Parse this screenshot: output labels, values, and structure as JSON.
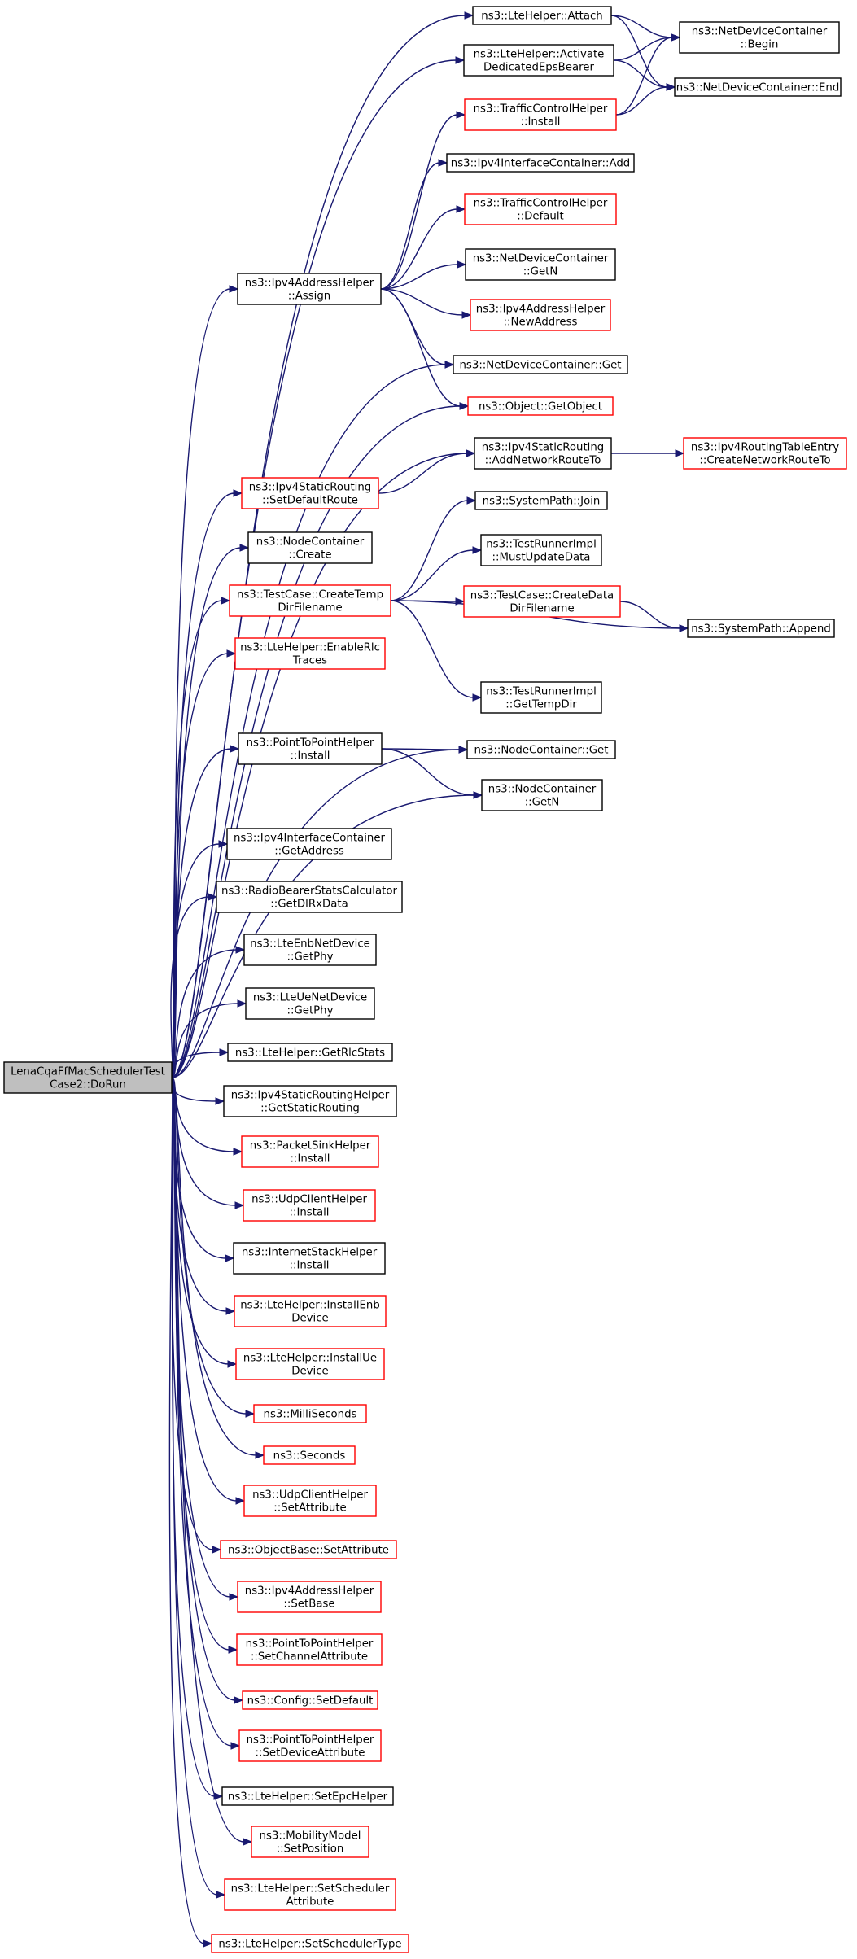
{
  "colors": {
    "edge": "#191970",
    "node_border_default": "#000000",
    "node_border_red": "#ff0000",
    "root_fill": "#bfbfbf",
    "node_fill": "#ffffff"
  },
  "nodes": {
    "root": {
      "lines": [
        "LenaCqaFfMacSchedulerTest",
        "Case2::DoRun"
      ],
      "style": "root"
    },
    "lte_attach": {
      "lines": [
        "ns3::LteHelper::Attach"
      ],
      "style": "black"
    },
    "ndc_begin": {
      "lines": [
        "ns3::NetDeviceContainer",
        "::Begin"
      ],
      "style": "black"
    },
    "lte_activate": {
      "lines": [
        "ns3::LteHelper::Activate",
        "DedicatedEpsBearer"
      ],
      "style": "black"
    },
    "ndc_end": {
      "lines": [
        "ns3::NetDeviceContainer::End"
      ],
      "style": "black"
    },
    "tch_install": {
      "lines": [
        "ns3::TrafficControlHelper",
        "::Install"
      ],
      "style": "red"
    },
    "iic_add": {
      "lines": [
        "ns3::Ipv4InterfaceContainer::Add"
      ],
      "style": "black"
    },
    "tch_default": {
      "lines": [
        "ns3::TrafficControlHelper",
        "::Default"
      ],
      "style": "red"
    },
    "ipv4addr_assign": {
      "lines": [
        "ns3::Ipv4AddressHelper",
        "::Assign"
      ],
      "style": "black"
    },
    "ndc_getn": {
      "lines": [
        "ns3::NetDeviceContainer",
        "::GetN"
      ],
      "style": "black"
    },
    "ipv4addr_newaddress": {
      "lines": [
        "ns3::Ipv4AddressHelper",
        "::NewAddress"
      ],
      "style": "red"
    },
    "ndc_get": {
      "lines": [
        "ns3::NetDeviceContainer::Get"
      ],
      "style": "black"
    },
    "object_getobject": {
      "lines": [
        "ns3::Object::GetObject"
      ],
      "style": "red"
    },
    "isr_addnetworkroute": {
      "lines": [
        "ns3::Ipv4StaticRouting",
        "::AddNetworkRouteTo"
      ],
      "style": "black"
    },
    "irte_createnetworkroute": {
      "lines": [
        "ns3::Ipv4RoutingTableEntry",
        "::CreateNetworkRouteTo"
      ],
      "style": "red"
    },
    "isr_setdefaultroute": {
      "lines": [
        "ns3::Ipv4StaticRouting",
        "::SetDefaultRoute"
      ],
      "style": "red"
    },
    "systempath_join": {
      "lines": [
        "ns3::SystemPath::Join"
      ],
      "style": "black"
    },
    "nc_create": {
      "lines": [
        "ns3::NodeContainer",
        "::Create"
      ],
      "style": "black"
    },
    "tri_mustupdatedata": {
      "lines": [
        "ns3::TestRunnerImpl",
        "::MustUpdateData"
      ],
      "style": "black"
    },
    "tc_createtempdirfilename": {
      "lines": [
        "ns3::TestCase::CreateTemp",
        "DirFilename"
      ],
      "style": "red"
    },
    "tc_createdatadirfilename": {
      "lines": [
        "ns3::TestCase::CreateData",
        "DirFilename"
      ],
      "style": "red"
    },
    "systempath_append": {
      "lines": [
        "ns3::SystemPath::Append"
      ],
      "style": "black"
    },
    "lte_enablerlctraces": {
      "lines": [
        "ns3::LteHelper::EnableRlc",
        "Traces"
      ],
      "style": "red"
    },
    "tri_gettempdir": {
      "lines": [
        "ns3::TestRunnerImpl",
        "::GetTempDir"
      ],
      "style": "black"
    },
    "p2p_install": {
      "lines": [
        "ns3::PointToPointHelper",
        "::Install"
      ],
      "style": "black"
    },
    "nc_get": {
      "lines": [
        "ns3::NodeContainer::Get"
      ],
      "style": "black"
    },
    "nc_getn": {
      "lines": [
        "ns3::NodeContainer",
        "::GetN"
      ],
      "style": "black"
    },
    "iic_getaddress": {
      "lines": [
        "ns3::Ipv4InterfaceContainer",
        "::GetAddress"
      ],
      "style": "black"
    },
    "rbsc_getdlrxdata": {
      "lines": [
        "ns3::RadioBearerStatsCalculator",
        "::GetDlRxData"
      ],
      "style": "black"
    },
    "enb_getphy": {
      "lines": [
        "ns3::LteEnbNetDevice",
        "::GetPhy"
      ],
      "style": "black"
    },
    "ue_getphy": {
      "lines": [
        "ns3::LteUeNetDevice",
        "::GetPhy"
      ],
      "style": "black"
    },
    "lte_getrlcstats": {
      "lines": [
        "ns3::LteHelper::GetRlcStats"
      ],
      "style": "black"
    },
    "isrh_getstaticrouting": {
      "lines": [
        "ns3::Ipv4StaticRoutingHelper",
        "::GetStaticRouting"
      ],
      "style": "black"
    },
    "psh_install": {
      "lines": [
        "ns3::PacketSinkHelper",
        "::Install"
      ],
      "style": "red"
    },
    "uch_install": {
      "lines": [
        "ns3::UdpClientHelper",
        "::Install"
      ],
      "style": "red"
    },
    "ish_install": {
      "lines": [
        "ns3::InternetStackHelper",
        "::Install"
      ],
      "style": "black"
    },
    "lte_installenbdevice": {
      "lines": [
        "ns3::LteHelper::InstallEnb",
        "Device"
      ],
      "style": "red"
    },
    "lte_installuedevice": {
      "lines": [
        "ns3::LteHelper::InstallUe",
        "Device"
      ],
      "style": "red"
    },
    "milliseconds": {
      "lines": [
        "ns3::MilliSeconds"
      ],
      "style": "red"
    },
    "seconds": {
      "lines": [
        "ns3::Seconds"
      ],
      "style": "red"
    },
    "uch_setattribute": {
      "lines": [
        "ns3::UdpClientHelper",
        "::SetAttribute"
      ],
      "style": "red"
    },
    "objectbase_setattribute": {
      "lines": [
        "ns3::ObjectBase::SetAttribute"
      ],
      "style": "red"
    },
    "ipv4addr_setbase": {
      "lines": [
        "ns3::Ipv4AddressHelper",
        "::SetBase"
      ],
      "style": "red"
    },
    "p2p_setchannelattribute": {
      "lines": [
        "ns3::PointToPointHelper",
        "::SetChannelAttribute"
      ],
      "style": "red"
    },
    "config_setdefault": {
      "lines": [
        "ns3::Config::SetDefault"
      ],
      "style": "red"
    },
    "p2p_setdeviceattribute": {
      "lines": [
        "ns3::PointToPointHelper",
        "::SetDeviceAttribute"
      ],
      "style": "red"
    },
    "lte_setepchelper": {
      "lines": [
        "ns3::LteHelper::SetEpcHelper"
      ],
      "style": "black"
    },
    "mm_setposition": {
      "lines": [
        "ns3::MobilityModel",
        "::SetPosition"
      ],
      "style": "red"
    },
    "lte_setschedulerattribute": {
      "lines": [
        "ns3::LteHelper::SetScheduler",
        "Attribute"
      ],
      "style": "red"
    },
    "lte_setschedulertype": {
      "lines": [
        "ns3::LteHelper::SetSchedulerType"
      ],
      "style": "red"
    }
  }
}
